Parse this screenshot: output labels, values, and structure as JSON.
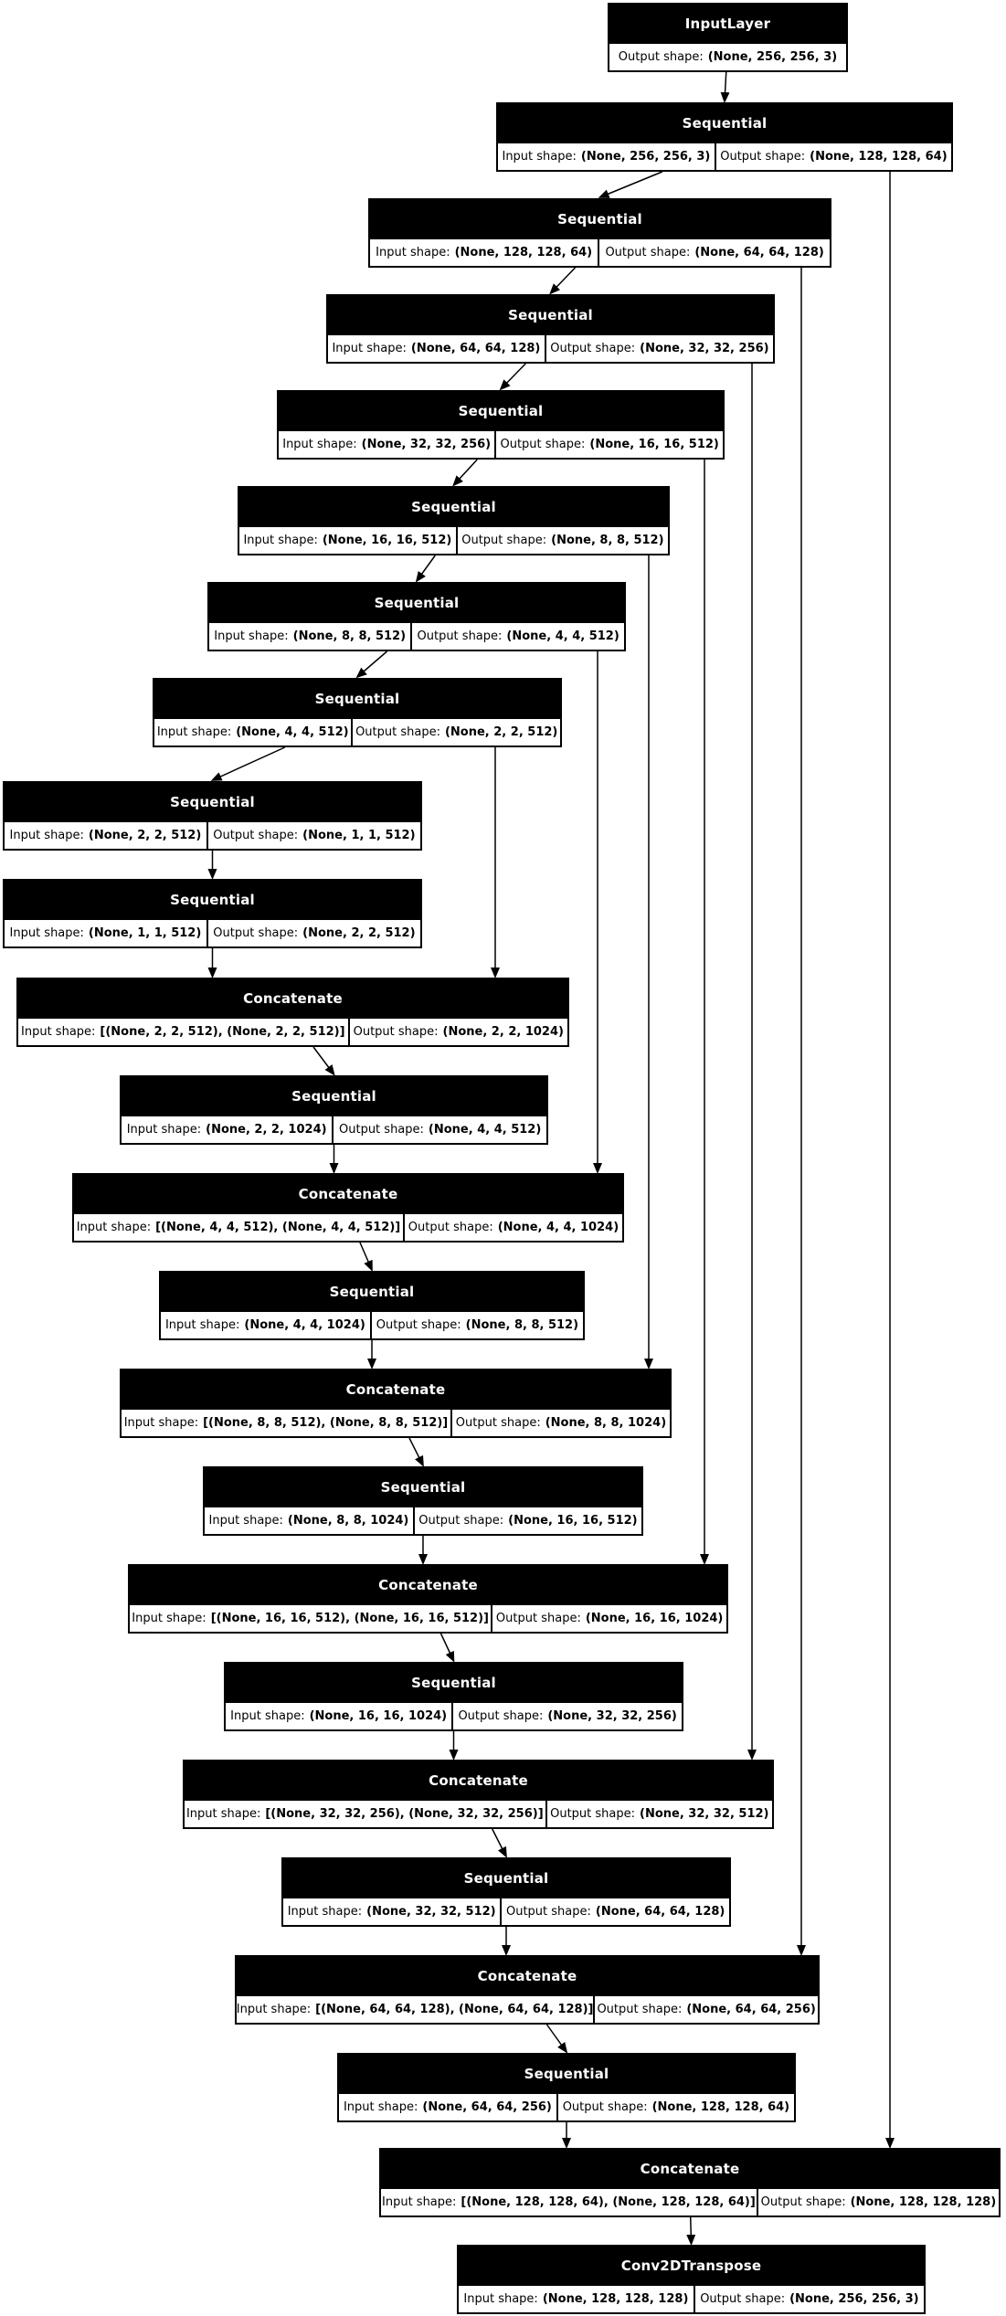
{
  "diagram": {
    "kind": "keras model architecture plot",
    "background": "#ffffff"
  },
  "labels": {
    "input_prefix": "Input shape:",
    "output_prefix": "Output shape:"
  },
  "colors": {
    "node_header_bg": "#000000",
    "node_header_text": "#ffffff",
    "cell_bg": "#ffffff",
    "cell_text": "#000000",
    "border": "#000000",
    "edge": "#000000"
  },
  "nodes": [
    {
      "id": 0,
      "type": "InputLayer",
      "title": "InputLayer",
      "output_shape": "(None, 256, 256, 3)"
    },
    {
      "id": 1,
      "type": "Sequential",
      "title": "Sequential",
      "input_shape": "(None, 256, 256, 3)",
      "output_shape": "(None, 128, 128, 64)"
    },
    {
      "id": 2,
      "type": "Sequential",
      "title": "Sequential",
      "input_shape": "(None, 128, 128, 64)",
      "output_shape": "(None, 64, 64, 128)"
    },
    {
      "id": 3,
      "type": "Sequential",
      "title": "Sequential",
      "input_shape": "(None, 64, 64, 128)",
      "output_shape": "(None, 32, 32, 256)"
    },
    {
      "id": 4,
      "type": "Sequential",
      "title": "Sequential",
      "input_shape": "(None, 32, 32, 256)",
      "output_shape": "(None, 16, 16, 512)"
    },
    {
      "id": 5,
      "type": "Sequential",
      "title": "Sequential",
      "input_shape": "(None, 16, 16, 512)",
      "output_shape": "(None, 8, 8, 512)"
    },
    {
      "id": 6,
      "type": "Sequential",
      "title": "Sequential",
      "input_shape": "(None, 8, 8, 512)",
      "output_shape": "(None, 4, 4, 512)"
    },
    {
      "id": 7,
      "type": "Sequential",
      "title": "Sequential",
      "input_shape": "(None, 4, 4, 512)",
      "output_shape": "(None, 2, 2, 512)"
    },
    {
      "id": 8,
      "type": "Sequential",
      "title": "Sequential",
      "input_shape": "(None, 2, 2, 512)",
      "output_shape": "(None, 1, 1, 512)"
    },
    {
      "id": 9,
      "type": "Sequential",
      "title": "Sequential",
      "input_shape": "(None, 1, 1, 512)",
      "output_shape": "(None, 2, 2, 512)"
    },
    {
      "id": 10,
      "type": "Concatenate",
      "title": "Concatenate",
      "input_shape": "[(None, 2, 2, 512), (None, 2, 2, 512)]",
      "output_shape": "(None, 2, 2, 1024)"
    },
    {
      "id": 11,
      "type": "Sequential",
      "title": "Sequential",
      "input_shape": "(None, 2, 2, 1024)",
      "output_shape": "(None, 4, 4, 512)"
    },
    {
      "id": 12,
      "type": "Concatenate",
      "title": "Concatenate",
      "input_shape": "[(None, 4, 4, 512), (None, 4, 4, 512)]",
      "output_shape": "(None, 4, 4, 1024)"
    },
    {
      "id": 13,
      "type": "Sequential",
      "title": "Sequential",
      "input_shape": "(None, 4, 4, 1024)",
      "output_shape": "(None, 8, 8, 512)"
    },
    {
      "id": 14,
      "type": "Concatenate",
      "title": "Concatenate",
      "input_shape": "[(None, 8, 8, 512), (None, 8, 8, 512)]",
      "output_shape": "(None, 8, 8, 1024)"
    },
    {
      "id": 15,
      "type": "Sequential",
      "title": "Sequential",
      "input_shape": "(None, 8, 8, 1024)",
      "output_shape": "(None, 16, 16, 512)"
    },
    {
      "id": 16,
      "type": "Concatenate",
      "title": "Concatenate",
      "input_shape": "[(None, 16, 16, 512), (None, 16, 16, 512)]",
      "output_shape": "(None, 16, 16, 1024)"
    },
    {
      "id": 17,
      "type": "Sequential",
      "title": "Sequential",
      "input_shape": "(None, 16, 16, 1024)",
      "output_shape": "(None, 32, 32, 256)"
    },
    {
      "id": 18,
      "type": "Concatenate",
      "title": "Concatenate",
      "input_shape": "[(None, 32, 32, 256), (None, 32, 32, 256)]",
      "output_shape": "(None, 32, 32, 512)"
    },
    {
      "id": 19,
      "type": "Sequential",
      "title": "Sequential",
      "input_shape": "(None, 32, 32, 512)",
      "output_shape": "(None, 64, 64, 128)"
    },
    {
      "id": 20,
      "type": "Concatenate",
      "title": "Concatenate",
      "input_shape": "[(None, 64, 64, 128), (None, 64, 64, 128)]",
      "output_shape": "(None, 64, 64, 256)"
    },
    {
      "id": 21,
      "type": "Sequential",
      "title": "Sequential",
      "input_shape": "(None, 64, 64, 256)",
      "output_shape": "(None, 128, 128, 64)"
    },
    {
      "id": 22,
      "type": "Concatenate",
      "title": "Concatenate",
      "input_shape": "[(None, 128, 128, 64), (None, 128, 128, 64)]",
      "output_shape": "(None, 128, 128, 128)"
    },
    {
      "id": 23,
      "type": "Conv2DTranspose",
      "title": "Conv2DTranspose",
      "input_shape": "(None, 128, 128, 128)",
      "output_shape": "(None, 256, 256, 3)"
    }
  ],
  "edges": [
    {
      "from": 0,
      "to": 1,
      "kind": "main"
    },
    {
      "from": 1,
      "to": 2,
      "kind": "main"
    },
    {
      "from": 2,
      "to": 3,
      "kind": "main"
    },
    {
      "from": 3,
      "to": 4,
      "kind": "main"
    },
    {
      "from": 4,
      "to": 5,
      "kind": "main"
    },
    {
      "from": 5,
      "to": 6,
      "kind": "main"
    },
    {
      "from": 6,
      "to": 7,
      "kind": "main"
    },
    {
      "from": 7,
      "to": 8,
      "kind": "main"
    },
    {
      "from": 8,
      "to": 9,
      "kind": "main"
    },
    {
      "from": 9,
      "to": 10,
      "kind": "main"
    },
    {
      "from": 10,
      "to": 11,
      "kind": "main"
    },
    {
      "from": 11,
      "to": 12,
      "kind": "main"
    },
    {
      "from": 12,
      "to": 13,
      "kind": "main"
    },
    {
      "from": 13,
      "to": 14,
      "kind": "main"
    },
    {
      "from": 14,
      "to": 15,
      "kind": "main"
    },
    {
      "from": 15,
      "to": 16,
      "kind": "main"
    },
    {
      "from": 16,
      "to": 17,
      "kind": "main"
    },
    {
      "from": 17,
      "to": 18,
      "kind": "main"
    },
    {
      "from": 18,
      "to": 19,
      "kind": "main"
    },
    {
      "from": 19,
      "to": 20,
      "kind": "main"
    },
    {
      "from": 20,
      "to": 21,
      "kind": "main"
    },
    {
      "from": 21,
      "to": 22,
      "kind": "main"
    },
    {
      "from": 22,
      "to": 23,
      "kind": "main"
    },
    {
      "from": 7,
      "to": 10,
      "kind": "skip"
    },
    {
      "from": 6,
      "to": 12,
      "kind": "skip"
    },
    {
      "from": 5,
      "to": 14,
      "kind": "skip"
    },
    {
      "from": 4,
      "to": 16,
      "kind": "skip"
    },
    {
      "from": 3,
      "to": 18,
      "kind": "skip"
    },
    {
      "from": 2,
      "to": 20,
      "kind": "skip"
    },
    {
      "from": 1,
      "to": 22,
      "kind": "skip"
    }
  ]
}
